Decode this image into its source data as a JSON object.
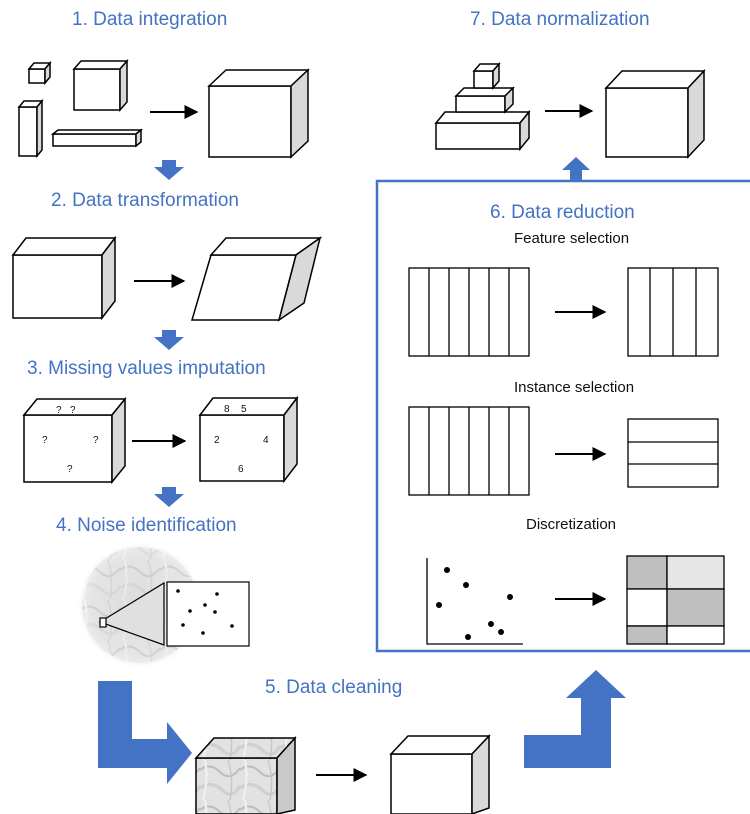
{
  "steps": {
    "integration": "1. Data integration",
    "transformation": "2. Data transformation",
    "imputation": "3. Missing values imputation",
    "noise": "4. Noise identification",
    "cleaning": "5. Data cleaning",
    "reduction": "6. Data reduction",
    "normalization": "7. Data normalization"
  },
  "reduction_panel": {
    "feature_selection": "Feature selection",
    "instance_selection": "Instance selection",
    "discretization": "Discretization"
  },
  "missing_values": {
    "before": [
      "?",
      "?",
      "?",
      "?",
      "?"
    ],
    "after": [
      "8",
      "5",
      "2",
      "4",
      "6"
    ]
  },
  "colors": {
    "accent": "#4472C4",
    "line": "#000000",
    "face_side": "#d9d9d9",
    "cell_dark": "#bfbfbf",
    "cell_light": "#e6e6e6"
  }
}
